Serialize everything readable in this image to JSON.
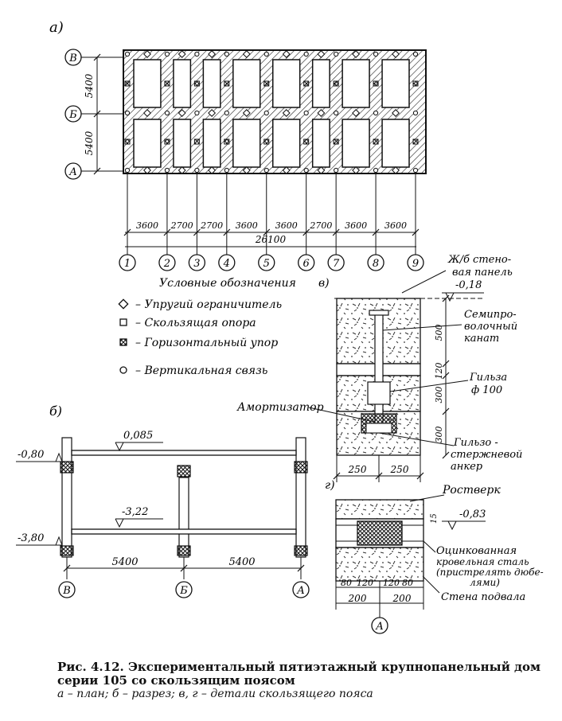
{
  "panel_labels": {
    "a": "а)",
    "b": "б)",
    "v": "в)",
    "g": "г)"
  },
  "plan": {
    "axes_rows": [
      "В",
      "Б",
      "А"
    ],
    "axes_cols": [
      "1",
      "2",
      "3",
      "4",
      "5",
      "6",
      "7",
      "8",
      "9"
    ],
    "row_dims": [
      "5400",
      "5400"
    ],
    "col_dims": [
      "3600",
      "2700",
      "2700",
      "3600",
      "3600",
      "2700",
      "3600",
      "3600"
    ],
    "total_dim": "26100"
  },
  "legend": {
    "title": "Условные обозначения",
    "items": [
      {
        "symbol": "diamond",
        "text": "– Упругий ограничитель"
      },
      {
        "symbol": "square",
        "text": "– Скользящая опора"
      },
      {
        "symbol": "hatched-square",
        "text": "– Горизонтальный упор"
      },
      {
        "symbol": "circle",
        "text": "– Вертикальная связь"
      }
    ]
  },
  "section": {
    "levels": [
      "0,085",
      "-0,80",
      "-3,22",
      "-3,80"
    ],
    "dims": [
      "5400",
      "5400"
    ],
    "axes": [
      "В",
      "Б",
      "А"
    ]
  },
  "detail_v": {
    "panel_label": "Ж/б стено-",
    "panel_label2": "вая панель",
    "level": "-0,18",
    "rope_label": "Семипро-",
    "rope_label2": "волочный",
    "rope_label3": "канат",
    "dims_v": [
      "500",
      "120",
      "300",
      "300"
    ],
    "sleeve_label": "Гильза",
    "sleeve_label2": "ф 100",
    "damper_label": "Амортизатор",
    "anchor_label": "Гильзо -",
    "anchor_label2": "стержневой",
    "anchor_label3": "анкер",
    "dims_h": [
      "250",
      "250"
    ]
  },
  "detail_g": {
    "grillage_label": "Ростверк",
    "level": "-0,83",
    "dim15": "15",
    "steel_label": "Оцинкованная",
    "steel_label2": "кровельная сталь",
    "steel_label3": "(пристрелять дюбе-",
    "steel_label4": "лями)",
    "wall_label": "Стена подвала",
    "dims_small": [
      "80",
      "120",
      "120",
      "80"
    ],
    "dims_big": [
      "200",
      "200"
    ],
    "axis": "А"
  },
  "caption": {
    "title": "Рис. 4.12. Экспериментальный пятиэтажный крупнопанельный дом серии 105 со скользящим поясом",
    "subtitle": "а – план; б – разрез; в, г – детали скользящего пояса"
  }
}
